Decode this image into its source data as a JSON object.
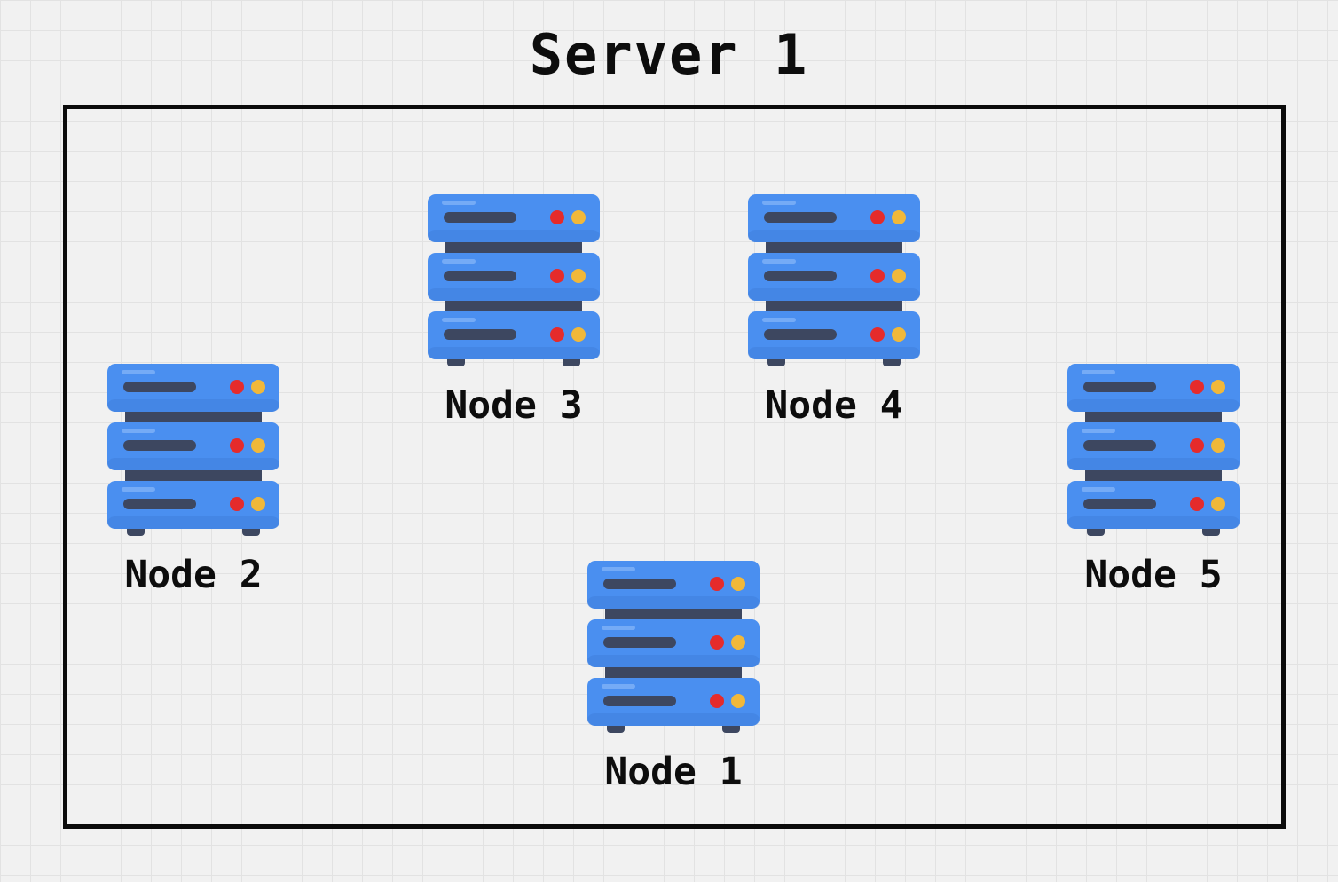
{
  "server": {
    "title": "Server 1"
  },
  "nodes": [
    {
      "id": "node-1",
      "label": "Node 1"
    },
    {
      "id": "node-2",
      "label": "Node 2"
    },
    {
      "id": "node-3",
      "label": "Node 3"
    },
    {
      "id": "node-4",
      "label": "Node 4"
    },
    {
      "id": "node-5",
      "label": "Node 5"
    }
  ],
  "icon": "server-rack-icon",
  "colors": {
    "rack_blue": "#4a8ff0",
    "rack_dark": "#3d4760",
    "led_red": "#e52b2b",
    "led_yellow": "#f1b83a",
    "border": "#0b0b0b"
  }
}
